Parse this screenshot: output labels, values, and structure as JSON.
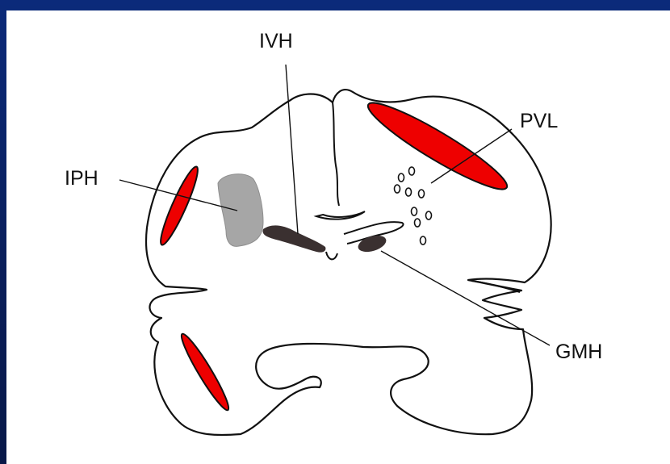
{
  "labels": {
    "ivh": "IVH",
    "pvl": "PVL",
    "iph": "IPH",
    "gmh": "GMH"
  },
  "colors": {
    "background": "#0a1f5c",
    "panel": "#ffffff",
    "outline": "#111111",
    "lesion_red": "#ee0000",
    "hemorrhage_dark": "#3a3030",
    "iph_gray": "#a6a6a6"
  }
}
